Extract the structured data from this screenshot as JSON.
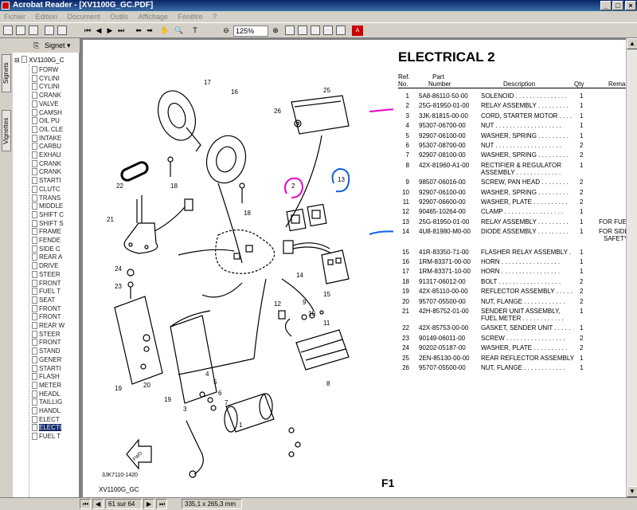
{
  "window": {
    "title": "Acrobat Reader - [XV1100G_GC.PDF]",
    "btn_min": "_",
    "btn_max": "□",
    "btn_close": "×"
  },
  "menu": [
    "Fichier",
    "Edition",
    "Document",
    "Outils",
    "Affichage",
    "Fenêtre",
    "?"
  ],
  "toolbar": {
    "zoom": "125%"
  },
  "sidetabs": [
    "Signets",
    "Vignettes"
  ],
  "panel": {
    "header": "Signet",
    "root": "XV1100G_C",
    "items": [
      "FORW",
      "CYLINI",
      "CYLINI",
      "CRANK",
      "VALVE",
      "CAMSH",
      "OIL PU",
      "OIL CLE",
      "INTAKE",
      "CARBU",
      "EXHAU",
      "CRANK",
      "CRANK",
      "STARTI",
      "CLUTC",
      "TRANS",
      "MIDDLE",
      "SHIFT C",
      "SHIFT S",
      "FRAME",
      "FENDE",
      "SIDE C",
      "REAR A",
      "DRIVE",
      "STEER",
      "FRONT",
      "FUEL T",
      "SEAT",
      "FRONT",
      "FRONT",
      "REAR W",
      "STEER",
      "FRONT",
      "STAND",
      "GENER",
      "STARTI",
      "FLASH",
      "METER",
      "HEADL",
      "TAILLIG",
      "HANDL",
      "ELECT",
      "ELECTI",
      "FUEL T"
    ],
    "selected_index": 42
  },
  "doc": {
    "title": "ELECTRICAL 2",
    "hdr_ref": "Ref.",
    "hdr_no": "No.",
    "hdr_part": "Part",
    "hdr_number": "Number",
    "hdr_desc": "Description",
    "hdr_qty": "Qty",
    "hdr_remarks": "Remar",
    "parts": [
      {
        "ref": "1",
        "pn": "5A8-86110-50-00",
        "desc": "SOLENOID . . . . . . . . . . . . . . .",
        "qty": "1",
        "rem": ""
      },
      {
        "ref": "2",
        "pn": "25G-81950-01-00",
        "desc": "RELAY ASSEMBLY . . . . . . . . .",
        "qty": "1",
        "rem": ""
      },
      {
        "ref": "3",
        "pn": "3JK-81815-00-00",
        "desc": "CORD, STARTER MOTOR . . . .",
        "qty": "1",
        "rem": ""
      },
      {
        "ref": "4",
        "pn": "95307-06700-00",
        "desc": "NUT . . . . . . . . . . . . . . . . . . .",
        "qty": "1",
        "rem": ""
      },
      {
        "ref": "5",
        "pn": "92907-06100-00",
        "desc": "WASHER, SPRING . . . . . . . . .",
        "qty": "1",
        "rem": ""
      },
      {
        "ref": "6",
        "pn": "95307-08700-00",
        "desc": "NUT . . . . . . . . . . . . . . . . . . .",
        "qty": "2",
        "rem": ""
      },
      {
        "ref": "7",
        "pn": "92907-08100-00",
        "desc": "WASHER, SPRING . . . . . . . . .",
        "qty": "2",
        "rem": ""
      },
      {
        "ref": "8",
        "pn": "42X-81960-A1-00",
        "desc": "RECTIFIER & REGULATOR",
        "desc2": "ASSEMBLY . . . . . . . . . . . . .",
        "qty": "1",
        "rem": ""
      },
      {
        "ref": "9",
        "pn": "98507-06016-00",
        "desc": "SCREW, PAN HEAD . . . . . . . .",
        "qty": "2",
        "rem": ""
      },
      {
        "ref": "10",
        "pn": "92907-06100-00",
        "desc": "WASHER, SPRING . . . . . . . . .",
        "qty": "2",
        "rem": ""
      },
      {
        "ref": "11",
        "pn": "92907-06600-00",
        "desc": "WASHER, PLATE . . . . . . . . . .",
        "qty": "2",
        "rem": ""
      },
      {
        "ref": "12",
        "pn": "90465-10264-00",
        "desc": "CLAMP . . . . . . . . . . . . . . . . .",
        "qty": "1",
        "rem": ""
      },
      {
        "ref": "13",
        "pn": "25G-81950-01-00",
        "desc": "RELAY ASSEMBLY . . . . . . . . .",
        "qty": "1",
        "rem": "FOR FUEL"
      },
      {
        "ref": "14",
        "pn": "4U8-81980-M0-00",
        "desc": "DIODE ASSEMBLY . . . . . . . . .",
        "qty": "1",
        "rem": "FOR SIDE S",
        "rem2": "SAFETY DI"
      },
      {
        "ref": "15",
        "pn": "41R-83350-71-00",
        "desc": "FLASHER RELAY ASSEMBLY .",
        "qty": "1",
        "rem": ""
      },
      {
        "ref": "16",
        "pn": "1RM-83371-00-00",
        "desc": "HORN . . . . . . . . . . . . . . . . .",
        "qty": "1",
        "rem": ""
      },
      {
        "ref": "17",
        "pn": "1RM-83371-10-00",
        "desc": "HORN . . . . . . . . . . . . . . . . .",
        "qty": "1",
        "rem": ""
      },
      {
        "ref": "18",
        "pn": "91317-06012-00",
        "desc": "BOLT . . . . . . . . . . . . . . . . . .",
        "qty": "2",
        "rem": ""
      },
      {
        "ref": "19",
        "pn": "42X-85110-00-00",
        "desc": "REFLECTOR ASSEMBLY . . . . .",
        "qty": "2",
        "rem": ""
      },
      {
        "ref": "20",
        "pn": "95707-05500-00",
        "desc": "NUT, FLANGE . . . . . . . . . . . .",
        "qty": "2",
        "rem": ""
      },
      {
        "ref": "21",
        "pn": "42H-85752-01-00",
        "desc": "SENDER UNIT ASSEMBLY,",
        "desc2": "FUEL METER . . . . . . . . . . . .",
        "qty": "1",
        "rem": ""
      },
      {
        "ref": "22",
        "pn": "42X-85753-00-00",
        "desc": "GASKET, SENDER UNIT . . . . .",
        "qty": "1",
        "rem": ""
      },
      {
        "ref": "23",
        "pn": "90149-06011-00",
        "desc": "SCREW . . . . . . . . . . . . . . . . .",
        "qty": "2",
        "rem": ""
      },
      {
        "ref": "24",
        "pn": "90202-05187-00",
        "desc": "WASHER, PLATE . . . . . . . . . .",
        "qty": "2",
        "rem": ""
      },
      {
        "ref": "25",
        "pn": "2EN-85130-00-00",
        "desc": "REAR REFLECTOR ASSEMBLY",
        "qty": "1",
        "rem": ""
      },
      {
        "ref": "26",
        "pn": "95707-05500-00",
        "desc": "NUT, FLANGE . . . . . . . . . . . .",
        "qty": "1",
        "rem": ""
      }
    ],
    "callouts": [
      "17",
      "16",
      "18",
      "18",
      "25",
      "26",
      "22",
      "21",
      "24",
      "23",
      "2",
      "13",
      "14",
      "15",
      "9",
      "10",
      "11",
      "12",
      "8",
      "20",
      "19",
      "19",
      "4",
      "5",
      "6",
      "7",
      "3",
      "1"
    ],
    "diagram_code": "3JK7110-1420",
    "fwd_label": "FWD",
    "footer_left": "XV1100G_GC",
    "footer_right": "F1"
  },
  "status": {
    "page": "61 sur 64",
    "size": "335,1 x 265,3 mm"
  },
  "colors": {
    "annotation_pink": "#e800d0",
    "annotation_blue": "#1060e0",
    "selection": "#0a246a"
  }
}
